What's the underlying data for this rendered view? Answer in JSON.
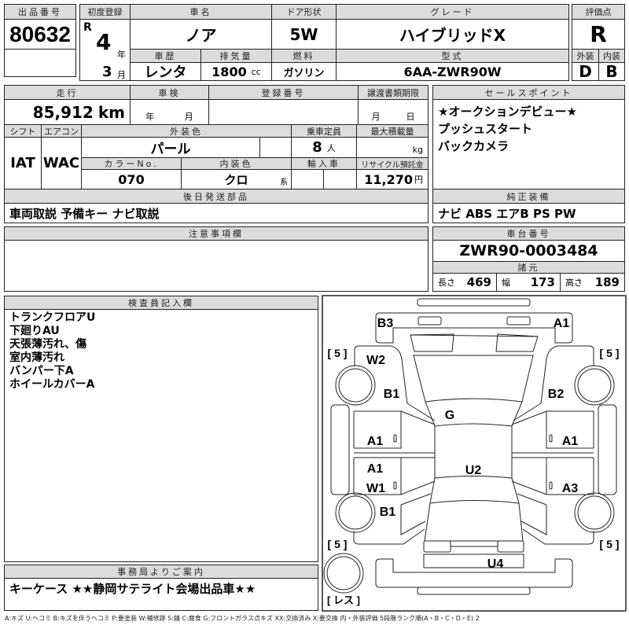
{
  "lot": {
    "label": "出品番号",
    "value": "80632"
  },
  "first_reg": {
    "label": "初度登録",
    "era": "R",
    "year": "4",
    "year_unit": "年",
    "month": "3",
    "month_unit": "月"
  },
  "car_name": {
    "label": "車名",
    "value": "ノア"
  },
  "door": {
    "label": "ドア形状",
    "value": "5W"
  },
  "grade": {
    "label": "グレード",
    "value": "ハイブリッドX"
  },
  "score": {
    "label": "評価点",
    "value": "R",
    "ext_label": "外装",
    "ext": "D",
    "int_label": "内装",
    "int": "B"
  },
  "history": {
    "label": "車歴",
    "value": "レンタ"
  },
  "displacement": {
    "label": "排気量",
    "value": "1800",
    "unit": "cc"
  },
  "fuel": {
    "label": "燃料",
    "value": "ガソリン"
  },
  "model": {
    "label": "型式",
    "value": "6AA-ZWR90W"
  },
  "mileage": {
    "label": "走行",
    "value": "85,912",
    "unit": "km"
  },
  "inspection": {
    "label": "車検",
    "year_unit": "年",
    "month_unit": "月"
  },
  "reg_no": {
    "label": "登録番号"
  },
  "transfer": {
    "label": "譲渡書類期限",
    "month_unit": "月",
    "day_unit": "日"
  },
  "shift": {
    "label": "シフト",
    "value": "IAT"
  },
  "aircon": {
    "label": "エアコン",
    "value": "WAC"
  },
  "ext_color": {
    "label": "外装色",
    "value": "パール"
  },
  "capacity": {
    "label": "乗車定員",
    "value": "8",
    "unit": "人"
  },
  "max_load": {
    "label": "最大積載量",
    "unit": "kg"
  },
  "color_no": {
    "label": "カラーNo.",
    "value": "070"
  },
  "int_color": {
    "label": "内装色",
    "value": "クロ",
    "unit": "系"
  },
  "import": {
    "label": "輸入車"
  },
  "recycle": {
    "label": "リサイクル預託金",
    "value": "11,270",
    "unit": "円"
  },
  "later_parts": {
    "label": "後日発送部品",
    "value": "車両取説 予備キー ナビ取説"
  },
  "sales_points": {
    "label": "セールスポイント",
    "items": [
      "★オークションデビュー★",
      "プッシュスタート",
      "バックカメラ"
    ]
  },
  "equipment": {
    "label": "純正装備",
    "value": "ナビ ABS エアB PS PW"
  },
  "notes": {
    "label": "注意事項欄"
  },
  "chassis": {
    "label": "車台番号",
    "value": "ZWR90-0003484"
  },
  "specs": {
    "label": "諸元",
    "length_label": "長さ",
    "length": "469",
    "width_label": "幅",
    "width": "173",
    "height_label": "高さ",
    "height": "189"
  },
  "inspector": {
    "label": "検査員記入欄",
    "lines": [
      "トランクフロアU",
      "下廻りAU",
      "天張薄汚れ、傷",
      "室内薄汚れ",
      "バンパー下A",
      "ホイールカバーA"
    ]
  },
  "office": {
    "label": "事務局よりご案内",
    "value": "キーケース ★★静岡サテライト会場出品車★★"
  },
  "diagram": {
    "marks": {
      "front_left": "B3",
      "front_right": "A1",
      "fender_left": "W2",
      "pillar_left": "B1",
      "pillar_right": "B2",
      "windshield": "G",
      "door_fl": "A1",
      "door_fr": "A1",
      "door_rl": "A1",
      "roof": "U2",
      "door_rl2": "W1",
      "door_rr": "A3",
      "quarter_left": "B1",
      "rear": "U4",
      "door_fl_zero": "0",
      "door_fr_zero": "0",
      "door_rl_zero": "0",
      "door_rr_zero": "0"
    },
    "tires": {
      "fl": "[ 5 ]",
      "fr": "[ 5 ]",
      "rl": "[ 5 ]",
      "rr": "[ 5 ]",
      "spare": "[ レス ]"
    }
  },
  "legend": "A:キズ U:ヘコミ B:キズを伴うヘコミ P:要塗装 W:補修跡 S:錆 C:腐食 G:フロントガラス点キズ XX:交換済み X:要交換 内・外装評価 5段階ランク順(A・B・C・D・E) 2"
}
